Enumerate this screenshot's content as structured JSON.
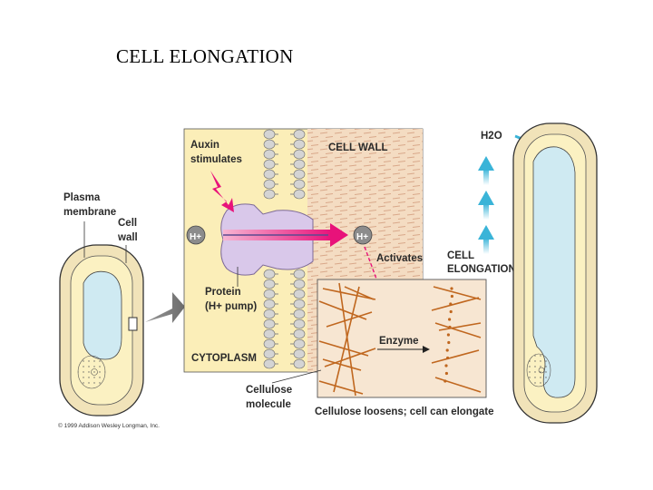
{
  "slide": {
    "title": "CELL ELONGATION"
  },
  "labels": {
    "plasma_membrane_1": "Plasma",
    "plasma_membrane_2": "membrane",
    "cell_wall_1": "Cell",
    "cell_wall_2": "wall",
    "auxin_1": "Auxin",
    "auxin_2": "stimulates",
    "cell_wall_zoom": "CELL WALL",
    "h_plus": "H+",
    "activates": "Activates",
    "protein_1": "Protein",
    "protein_2": "(H+ pump)",
    "cytoplasm": "CYTOPLASM",
    "enzyme": "Enzyme",
    "cellulose_1": "Cellulose",
    "cellulose_2": "molecule",
    "cellulose_loosens": "Cellulose loosens; cell can elongate",
    "water": "H2O",
    "cell_elongation_1": "CELL",
    "cell_elongation_2": "ELONGATION",
    "copyright": "© 1999 Addison Wesley Longman, Inc."
  },
  "colors": {
    "cell_wall": "#f1e3b9",
    "cytoplasm": "#fbf1c2",
    "vacuole": "#cfeaf2",
    "zoom_bg": "#fbeeb8",
    "wall_zone": "#f4dcc2",
    "protein": "#d9c8ea",
    "pump_arrow": "#e8127a",
    "membrane_head": "#d4d4d4",
    "fiber": "#c0671f",
    "enzyme_inset": "#f7e6d2",
    "arrow_teal": "#3ab4d8"
  }
}
